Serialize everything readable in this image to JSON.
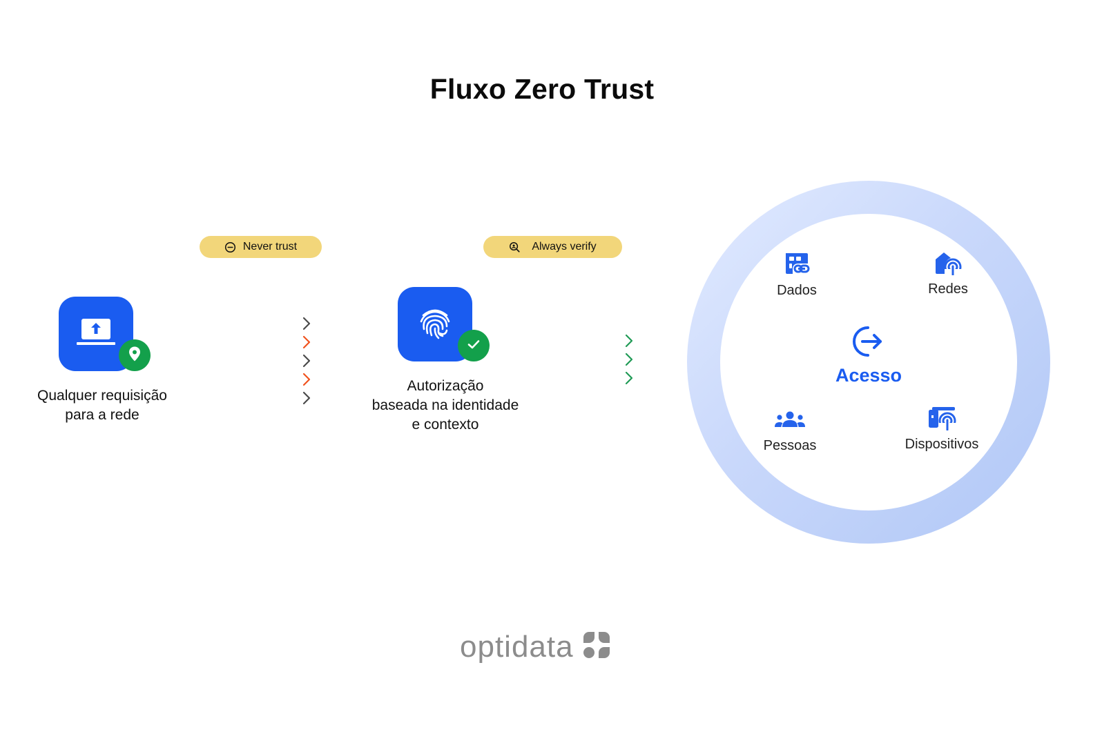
{
  "title": "Fluxo Zero Trust",
  "badges": {
    "never_trust": {
      "label": "Never trust",
      "icon": "minus-circle-icon"
    },
    "always_verify": {
      "label": "Always verify",
      "icon": "zoom-user-icon"
    }
  },
  "steps": {
    "request": {
      "icon": "laptop-upload-icon",
      "badge_icon": "location-pin-icon",
      "caption_line1": "Qualquer requisição",
      "caption_line2": "para a rede"
    },
    "authorization": {
      "icon": "fingerprint-icon",
      "badge_icon": "check-icon",
      "caption_line1": "Autorização",
      "caption_line2": "baseada na identidade",
      "caption_line3": "e contexto"
    }
  },
  "arrows": {
    "incoming": [
      "gray",
      "orange",
      "gray",
      "orange",
      "gray"
    ],
    "outgoing": [
      "green",
      "green",
      "green"
    ]
  },
  "access_circle": {
    "center": {
      "label": "Acesso",
      "icon": "login-arrow-icon"
    },
    "items": [
      {
        "label": "Dados",
        "icon": "data-link-icon"
      },
      {
        "label": "Redes",
        "icon": "network-antenna-icon"
      },
      {
        "label": "Pessoas",
        "icon": "people-icon"
      },
      {
        "label": "Dispositivos",
        "icon": "device-antenna-icon"
      }
    ]
  },
  "colors": {
    "primary_blue": "#1a5cf0",
    "success_green": "#13a04b",
    "badge_yellow": "#f2d67a",
    "arrow_orange": "#f0521e",
    "arrow_gray": "#4a4a4a",
    "arrow_green": "#1f9a55",
    "ring_light": "#e2ebff",
    "ring_dark": "#b0c7f6"
  },
  "footer": {
    "logo_text": "optidata"
  }
}
